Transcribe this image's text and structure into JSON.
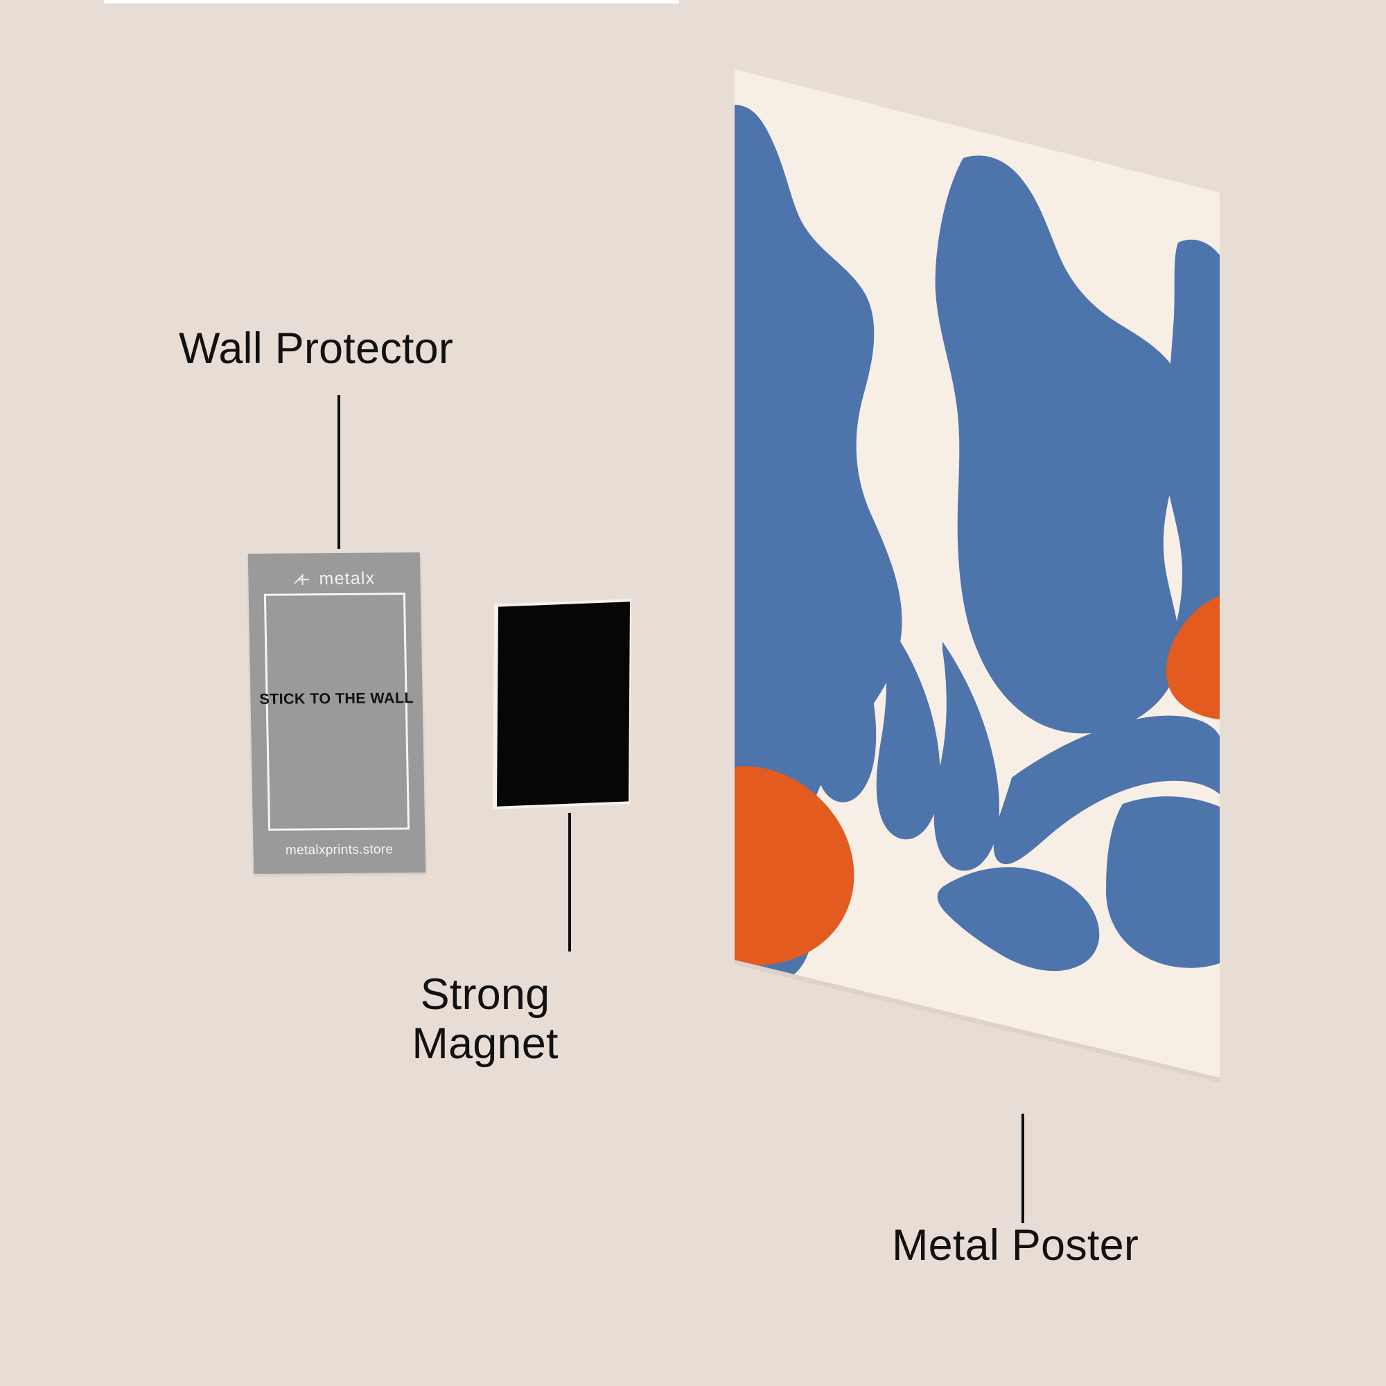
{
  "scene": {
    "background_color": "#e8ddd5",
    "top_band_color": "#ffffff"
  },
  "callouts": [
    {
      "id": "wall-protector",
      "label": "Wall Protector",
      "lines": [
        "Wall Protector"
      ],
      "leader_line_color": "#0d0d0d"
    },
    {
      "id": "strong-magnet",
      "label": "Strong Magnet",
      "lines": [
        "Strong",
        "Magnet"
      ],
      "leader_line_color": "#0d0d0d"
    },
    {
      "id": "metal-poster",
      "label": "Metal Poster",
      "lines": [
        "Metal Poster"
      ],
      "leader_line_color": "#0d0d0d"
    }
  ],
  "wall_protector_card": {
    "brand_logo_icon": "metalx-cross-icon",
    "brand_name": "metalx",
    "headline": "STICK TO THE WALL",
    "website": "metalxprints.store",
    "card_color": "#9a9a9a",
    "frame_color": "#f5f5f5",
    "headline_color": "#121212",
    "website_color": "#f4f4f4"
  },
  "magnet": {
    "name": "Strong Magnet",
    "color": "#060606",
    "edge_color": "#f7f1ea"
  },
  "metal_poster": {
    "name": "Metal Poster",
    "artwork_style": "abstract organic wave shapes",
    "colors": {
      "cream": "#f7efe6",
      "blue": "#4e74ac",
      "orange": "#e35b1f",
      "edge": "#ded2c9"
    }
  }
}
